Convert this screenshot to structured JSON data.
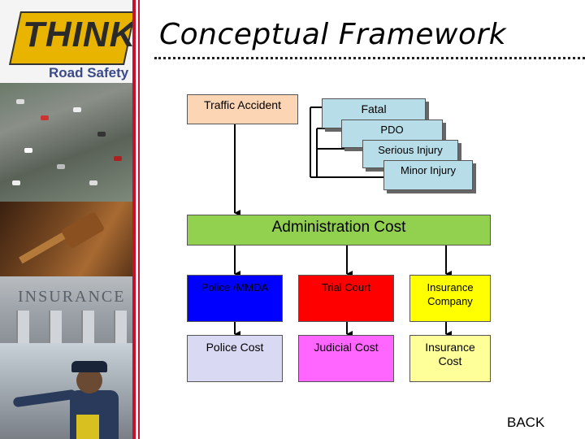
{
  "logo": {
    "brand": "THINK!",
    "tagline": "Road Safety"
  },
  "sidebar_photos": {
    "insurance_sign": "INSURANCE"
  },
  "title": "Conceptual Framework",
  "diagram": {
    "source": "Traffic Accident",
    "severity": [
      "Fatal",
      "PDO",
      "Serious Injury",
      "Minor Injury"
    ],
    "admin": "Administration Cost",
    "agencies": [
      "Police /MMDA",
      "Trial Court",
      "Insurance Company"
    ],
    "costs": [
      "Police Cost",
      "Judicial Cost",
      "Insurance Cost"
    ],
    "colors": {
      "source": "#fcd5b4",
      "severity": "#b7dde8",
      "admin": "#92d050",
      "police": "#0000ff",
      "court": "#ff0000",
      "insurance_company": "#ffff00",
      "police_cost": "#d9d9f3",
      "judicial_cost": "#ff66ff",
      "insurance_cost": "#ffff99"
    }
  },
  "nav": {
    "back_label": "BACK"
  }
}
